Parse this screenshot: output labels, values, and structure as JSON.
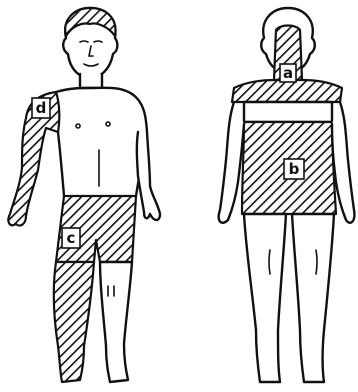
{
  "labels": {
    "a": "a",
    "b": "b",
    "c": "c",
    "d": "d"
  },
  "colors": {
    "ink": "#111111",
    "paper": "#ffffff"
  }
}
